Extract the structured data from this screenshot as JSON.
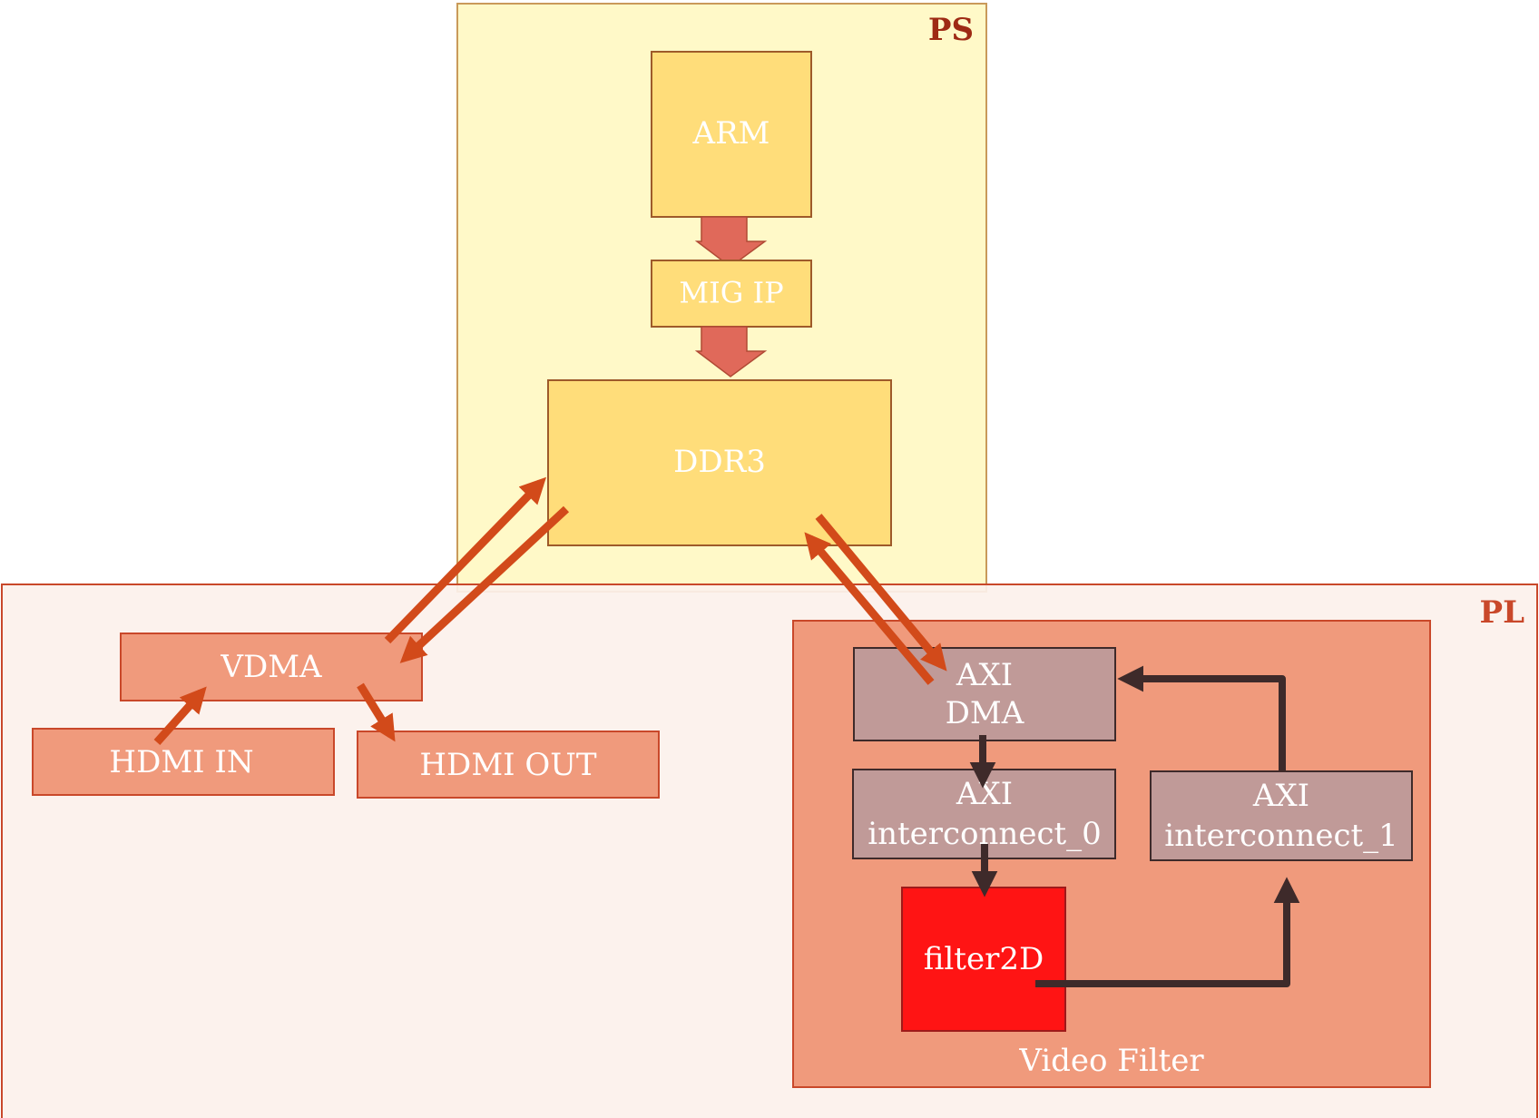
{
  "regions": {
    "ps": {
      "label": "PS",
      "fill": "#FFF9C8",
      "stroke": "#C99A5A",
      "label_color": "#9E2A14"
    },
    "pl": {
      "label": "PL",
      "fill": "#FCF1EC",
      "stroke": "#C9482A",
      "label_color": "#C9482A"
    }
  },
  "blocks": {
    "arm": {
      "label": "ARM",
      "fill": "#FFDD7A"
    },
    "mig_ip": {
      "label": "MIG IP",
      "fill": "#FFDD7A"
    },
    "ddr3": {
      "label": "DDR3",
      "fill": "#FFDD7A"
    },
    "vdma": {
      "label": "VDMA",
      "fill": "#F09A7C"
    },
    "hdmi_in": {
      "label": "HDMI IN",
      "fill": "#F09A7C"
    },
    "hdmi_out": {
      "label": "HDMI OUT",
      "fill": "#F09A7C"
    }
  },
  "video_filter": {
    "label": "Video Filter",
    "fill": "#F09A7C",
    "axi_dma": {
      "line1": "AXI",
      "line2": "DMA"
    },
    "axi_interconnect_0": {
      "line1": "AXI",
      "line2": "interconnect_0"
    },
    "axi_interconnect_1": {
      "line1": "AXI",
      "line2": "interconnect_1"
    },
    "filter2d": {
      "label": "filter2D",
      "fill": "#FF1414"
    },
    "axi_fill": "#C09A98"
  },
  "colors": {
    "ps_arrow": "#E0695A",
    "data_arrow": "#D24A1A",
    "control_arrow": "#3E2A2A"
  }
}
